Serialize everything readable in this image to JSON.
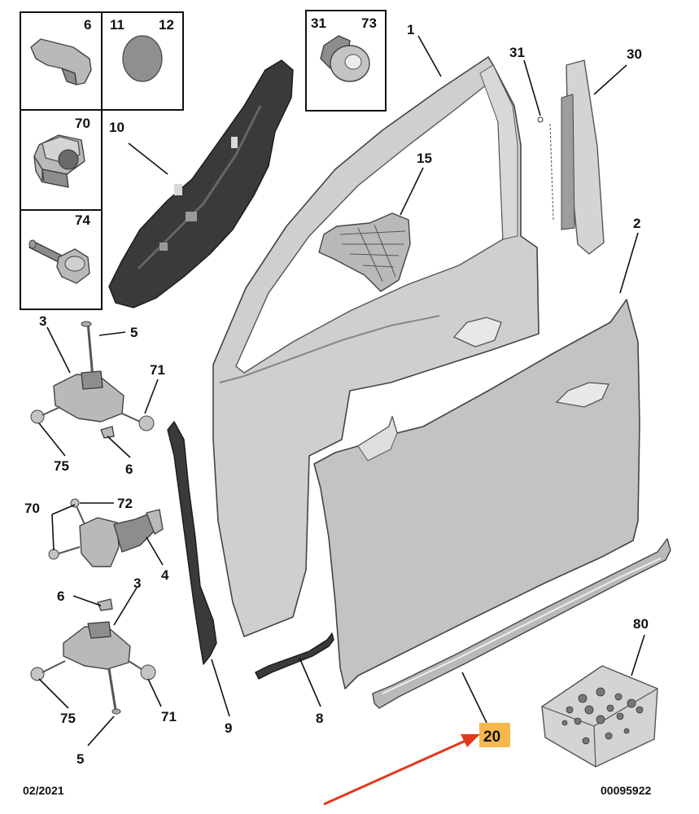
{
  "diagram": {
    "box_labels": {
      "b6": "6",
      "b11": "11",
      "b12": "12",
      "b31": "31",
      "b73": "73",
      "b70": "70",
      "b74": "74"
    },
    "callouts": {
      "c1": "1",
      "c10": "10",
      "c31": "31",
      "c30": "30",
      "c15": "15",
      "c2": "2",
      "c3a": "3",
      "c5a": "5",
      "c71a": "71",
      "c75a": "75",
      "c6a": "6",
      "c70": "70",
      "c72": "72",
      "c4": "4",
      "c6b": "6",
      "c3b": "3",
      "c75b": "75",
      "c71b": "71",
      "c5b": "5",
      "c9": "9",
      "c8": "8",
      "c20": "20",
      "c80": "80"
    },
    "highlighted_callout": "20",
    "highlight_color": "#f5b94a",
    "arrow_color": "#e03a1e",
    "footer": {
      "date": "02/2021",
      "code": "00095922"
    }
  }
}
